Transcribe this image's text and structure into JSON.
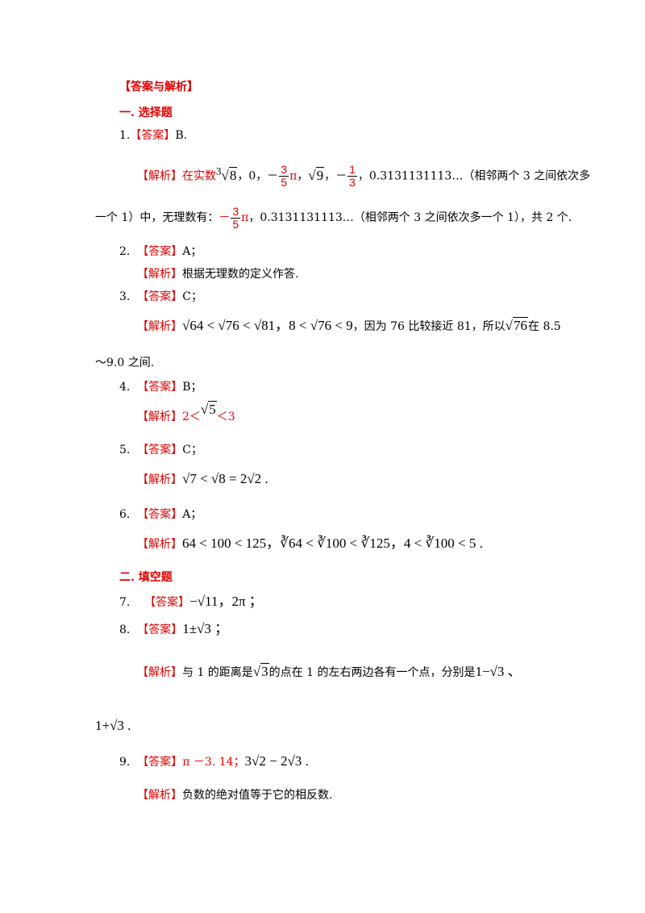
{
  "title": "【答案与解析】",
  "sec1": "一. 选择题",
  "sec2": "二. 填空题",
  "q1": {
    "prefix": "1.",
    "ans_tag": "【答案】",
    "ans": "B.",
    "exp_tag": "【解析】",
    "exp_a": "在实数",
    "exp_cube_root_arg": "8",
    "exp_b": "，0，",
    "frac1_num": "3",
    "frac1_den": "5",
    "pi": "π",
    "sqrt9": "9",
    "frac2_num": "1",
    "frac2_den": "3",
    "exp_c": "，0.3131131113…（相邻两个 3 之间依次多",
    "line2_a": "一个 1）中，无理数有：",
    "line2_b": "，0.3131131113…（相邻两个 3 之间依次多一个 1），共 2 个."
  },
  "q2": {
    "prefix": "2.",
    "ans_tag": "【答案】",
    "ans": "A；",
    "exp_tag": "【解析】",
    "exp": "根据无理数的定义作答."
  },
  "q3": {
    "prefix": "3.",
    "ans_tag": "【答案】",
    "ans": "C；",
    "exp_tag": "【解析】",
    "math": "√64 < √76 < √81，8 < √76 < 9",
    "exp_a": "，因为 76 比较接近 81，所以",
    "sqrt76": "76",
    "exp_b": "在 8.5",
    "line2": "～9.0 之间."
  },
  "q4": {
    "prefix": "4.",
    "ans_tag": "【答案】",
    "ans": "B；",
    "exp_tag": "【解析】",
    "exp_a": "2＜",
    "sqrt5": "5",
    "exp_b": "＜3"
  },
  "q5": {
    "prefix": "5.",
    "ans_tag": "【答案】",
    "ans": "C；",
    "exp_tag": "【解析】",
    "math": "√7 < √8 = 2√2 ."
  },
  "q6": {
    "prefix": "6.",
    "ans_tag": "【答案】",
    "ans": "A；",
    "exp_tag": "【解析】",
    "math": "64 < 100 < 125，∛64 < ∛100 < ∛125，4 < ∛100 < 5 ."
  },
  "q7": {
    "prefix": "7.",
    "ans_tag": "【答案】",
    "math": "−√11，2π ；"
  },
  "q8": {
    "prefix": "8.",
    "ans_tag": "【答案】",
    "math": "1±√3 ；",
    "exp_tag": "【解析】",
    "exp_a": "与 1 的距离是",
    "sqrt3": "3",
    "exp_b": "的点在 1 的左右两边各有一个点，分别是",
    "math2": "1−√3 、",
    "line2": "1+√3 ."
  },
  "q9": {
    "prefix": "9.",
    "ans_tag": "【答案】",
    "ans": "π －3. 14；",
    "math": "3√2 − 2√3 .",
    "exp_tag": "【解析】",
    "exp": "负数的绝对值等于它的相反数."
  }
}
